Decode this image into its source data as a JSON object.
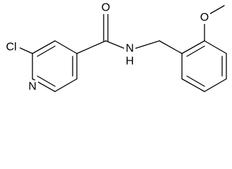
{
  "molecule": {
    "atoms": {
      "chlorine": "Cl",
      "ring_nitrogen": "N",
      "carbonyl_oxygen": "O",
      "amide_nitrogen": "N",
      "amide_hydrogen": "H",
      "methoxy_oxygen": "O"
    }
  }
}
